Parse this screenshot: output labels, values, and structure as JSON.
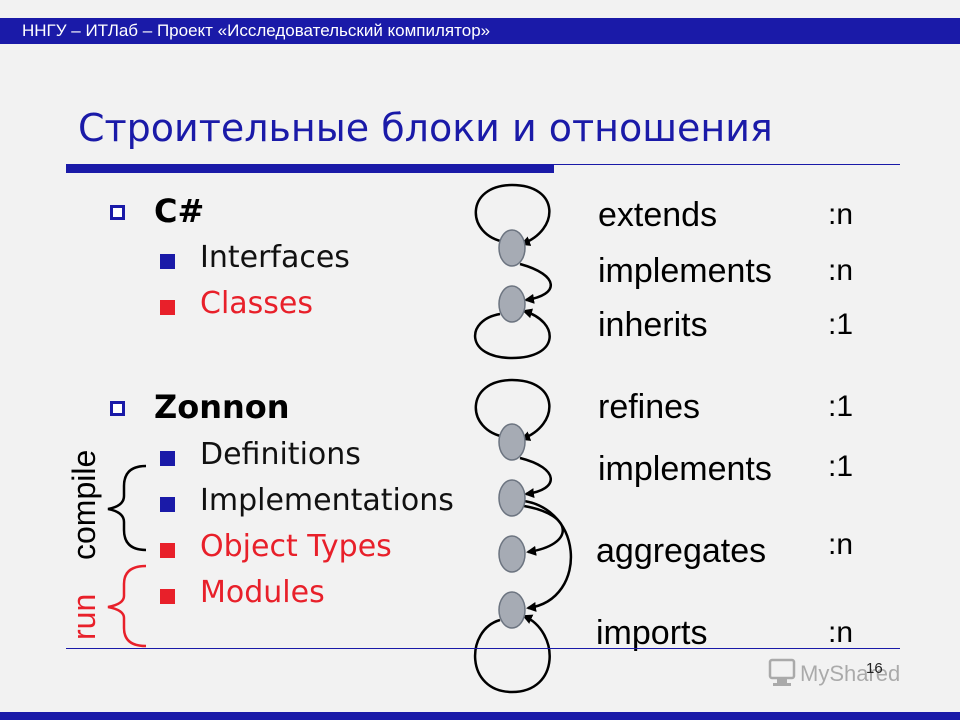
{
  "header": {
    "text": "ННГУ – ИТЛаб – Проект «Исследовательский компилятор»"
  },
  "slide": {
    "title": "Строительные блоки и отношения",
    "page_number": "16"
  },
  "sections": [
    {
      "heading": "C#",
      "items": [
        {
          "label": "Interfaces",
          "color": "#1a1aa8"
        },
        {
          "label": "Classes",
          "color": "#e8202a"
        }
      ]
    },
    {
      "heading": "Zonnon",
      "items": [
        {
          "label": "Definitions",
          "color": "#1a1aa8"
        },
        {
          "label": "Implementations",
          "color": "#1a1aa8"
        },
        {
          "label": "Object Types",
          "color": "#e8202a"
        },
        {
          "label": "Modules",
          "color": "#e8202a"
        }
      ]
    }
  ],
  "side_labels": {
    "compile": {
      "text": "compile",
      "color": "#000000"
    },
    "run": {
      "text": "run",
      "color": "#e8202a"
    }
  },
  "relations": [
    {
      "name": "extends",
      "cardinality": ":n"
    },
    {
      "name": "implements",
      "cardinality": ":n"
    },
    {
      "name": "inherits",
      "cardinality": ":1"
    },
    {
      "name": "refines",
      "cardinality": ":1"
    },
    {
      "name": "implements",
      "cardinality": ":1"
    },
    {
      "name": "aggregates",
      "cardinality": ":n"
    },
    {
      "name": "imports",
      "cardinality": ":n"
    }
  ],
  "watermark": {
    "text": "MyShared"
  },
  "colors": {
    "accent": "#1a1aa8",
    "red": "#e8202a",
    "node": "#a6abb4"
  }
}
